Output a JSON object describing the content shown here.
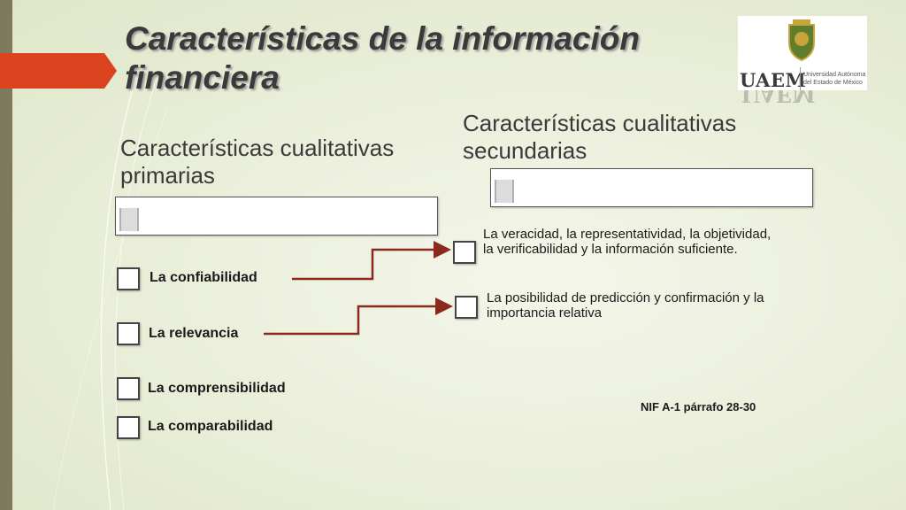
{
  "slide": {
    "title": "Características de la información financiera",
    "colors": {
      "accent": "#d9431e",
      "connector": "#8b2a1c",
      "side_bar": "#7d7a5e",
      "title_text": "#3a3a3a"
    }
  },
  "logo": {
    "wordmark": "UAEM",
    "name_line1": "Universidad Autónoma",
    "name_line2": "del Estado de México"
  },
  "primary": {
    "heading": "Características cualitativas primarias",
    "items": [
      {
        "label": "La confiabilidad"
      },
      {
        "label": "La relevancia"
      },
      {
        "label": "La comprensibilidad"
      },
      {
        "label": "La comparabilidad"
      }
    ]
  },
  "secondary": {
    "heading": "Características cualitativas secundarias",
    "items": [
      {
        "text": "La veracidad, la representatividad, la objetividad, la verificabilidad y la información suficiente."
      },
      {
        "text": "La posibilidad de predicción y confirmación y la importancia relativa"
      }
    ]
  },
  "reference": "NIF A-1 párrafo 28-30"
}
